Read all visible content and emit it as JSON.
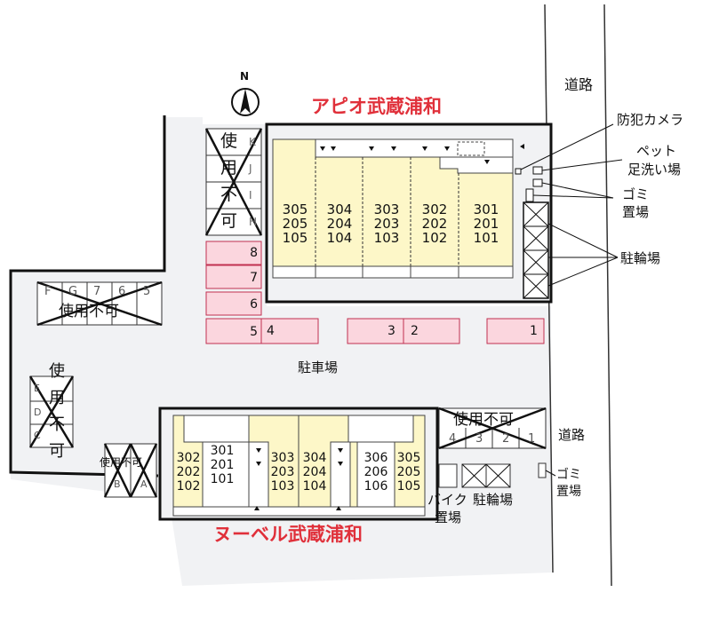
{
  "buildings": {
    "apio": {
      "name": "アピオ武蔵浦和",
      "columns": [
        [
          "305",
          "205",
          "105"
        ],
        [
          "304",
          "204",
          "104"
        ],
        [
          "303",
          "203",
          "103"
        ],
        [
          "302",
          "202",
          "102"
        ],
        [
          "301",
          "201",
          "101"
        ]
      ]
    },
    "nouvelle": {
      "name": "ヌーベル武蔵浦和",
      "columns": [
        [
          "302",
          "202",
          "102"
        ],
        [
          "301",
          "201",
          "101"
        ],
        [
          "303",
          "203",
          "103"
        ],
        [
          "304",
          "204",
          "104"
        ],
        [
          "306",
          "206",
          "106"
        ],
        [
          "305",
          "205",
          "105"
        ]
      ]
    }
  },
  "labels": {
    "road_top": "道路",
    "road_right": "道路",
    "crime_camera": "防犯カメラ",
    "pet_wash_1": "ペット",
    "pet_wash_2": "足洗い場",
    "trash_1": "ゴミ",
    "trash_2": "置場",
    "bicycle": "駐輪場",
    "parking": "駐車場",
    "bike_parking_1": "バイク",
    "bike_parking_2": "置場",
    "bicycle_bottom": "駐輪場",
    "trash_bottom_1": "ゴミ",
    "trash_bottom_2": "置場",
    "north": "N"
  },
  "parking_spaces": {
    "column": [
      "8",
      "7",
      "6",
      "5"
    ],
    "row": [
      "4",
      "3",
      "2",
      "1"
    ],
    "unusable_letters_top": [
      "K",
      "J",
      "I",
      "H"
    ],
    "unusable_text_top": [
      "使",
      "用",
      "不",
      "可"
    ],
    "unusable_left_row": [
      "F",
      "G",
      "7",
      "6",
      "5"
    ],
    "unusable_left_row_text": "使用不可",
    "unusable_left_col": [
      "E",
      "D",
      "C"
    ],
    "unusable_left_col_text": [
      "使",
      "用",
      "不",
      "可"
    ],
    "unusable_small": [
      "B",
      "A"
    ],
    "unusable_small_text": "使用不可",
    "unusable_right_row": [
      "4",
      "3",
      "2",
      "1"
    ],
    "unusable_right_row_text": "使用不可"
  }
}
